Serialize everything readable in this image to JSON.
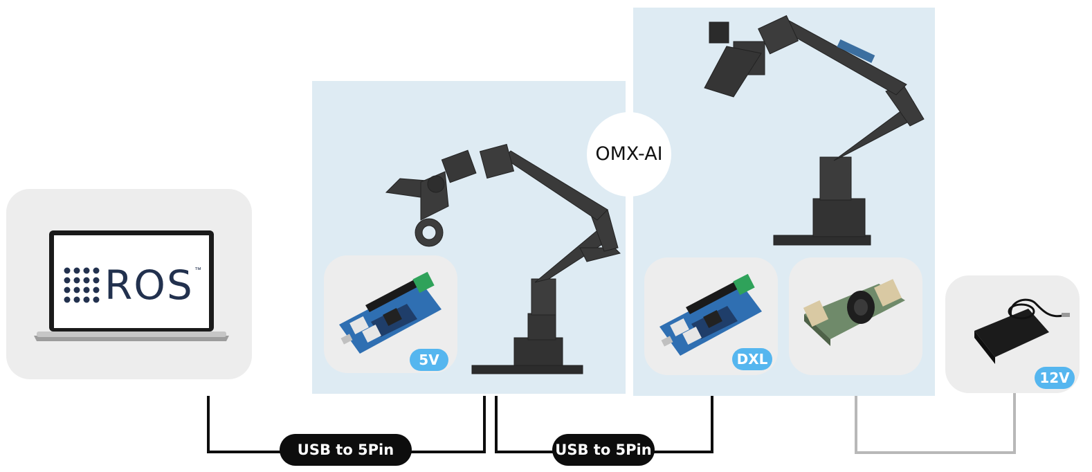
{
  "center_label": "OMX-AI",
  "laptop": {
    "screen_logo_text": "ROS",
    "tm": "™",
    "icon": "laptop-icon"
  },
  "badges": {
    "board_left": "5V",
    "board_right": "DXL",
    "power": "12V"
  },
  "cables": {
    "left": "USB to 5Pin",
    "right": "USB to 5Pin"
  },
  "colors": {
    "panel": "#deebf3",
    "card": "#ededed",
    "badge": "#55b6ef",
    "cable_dark": "#0d0d0d",
    "cable_gray": "#b8b8b8",
    "ros_navy": "#22314e"
  }
}
